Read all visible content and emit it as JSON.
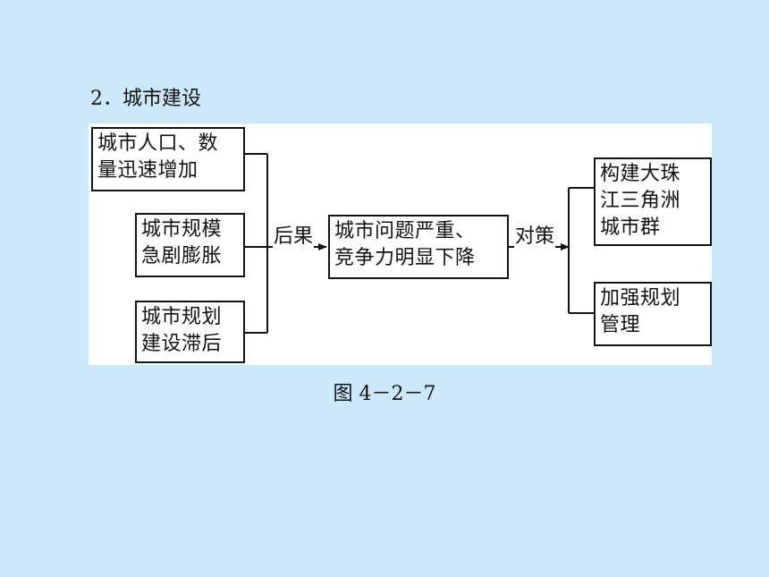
{
  "heading": "2．城市建设",
  "causes": [
    {
      "line1": "城市人口、数",
      "line2": "量迅速增加"
    },
    {
      "line1": "城市规模",
      "line2": "急剧膨胀"
    },
    {
      "line1": "城市规划",
      "line2": "建设滞后"
    }
  ],
  "consequence_label": "后果",
  "problem": {
    "line1": "城市问题严重、",
    "line2": "竞争力明显下降"
  },
  "countermeasure_label": "对策",
  "measures": [
    {
      "line1": "构建大珠",
      "line2": "江三角洲",
      "line3": "城市群"
    },
    {
      "line1": "加强规划",
      "line2": "管理"
    }
  ],
  "caption": "图 4－2－7"
}
